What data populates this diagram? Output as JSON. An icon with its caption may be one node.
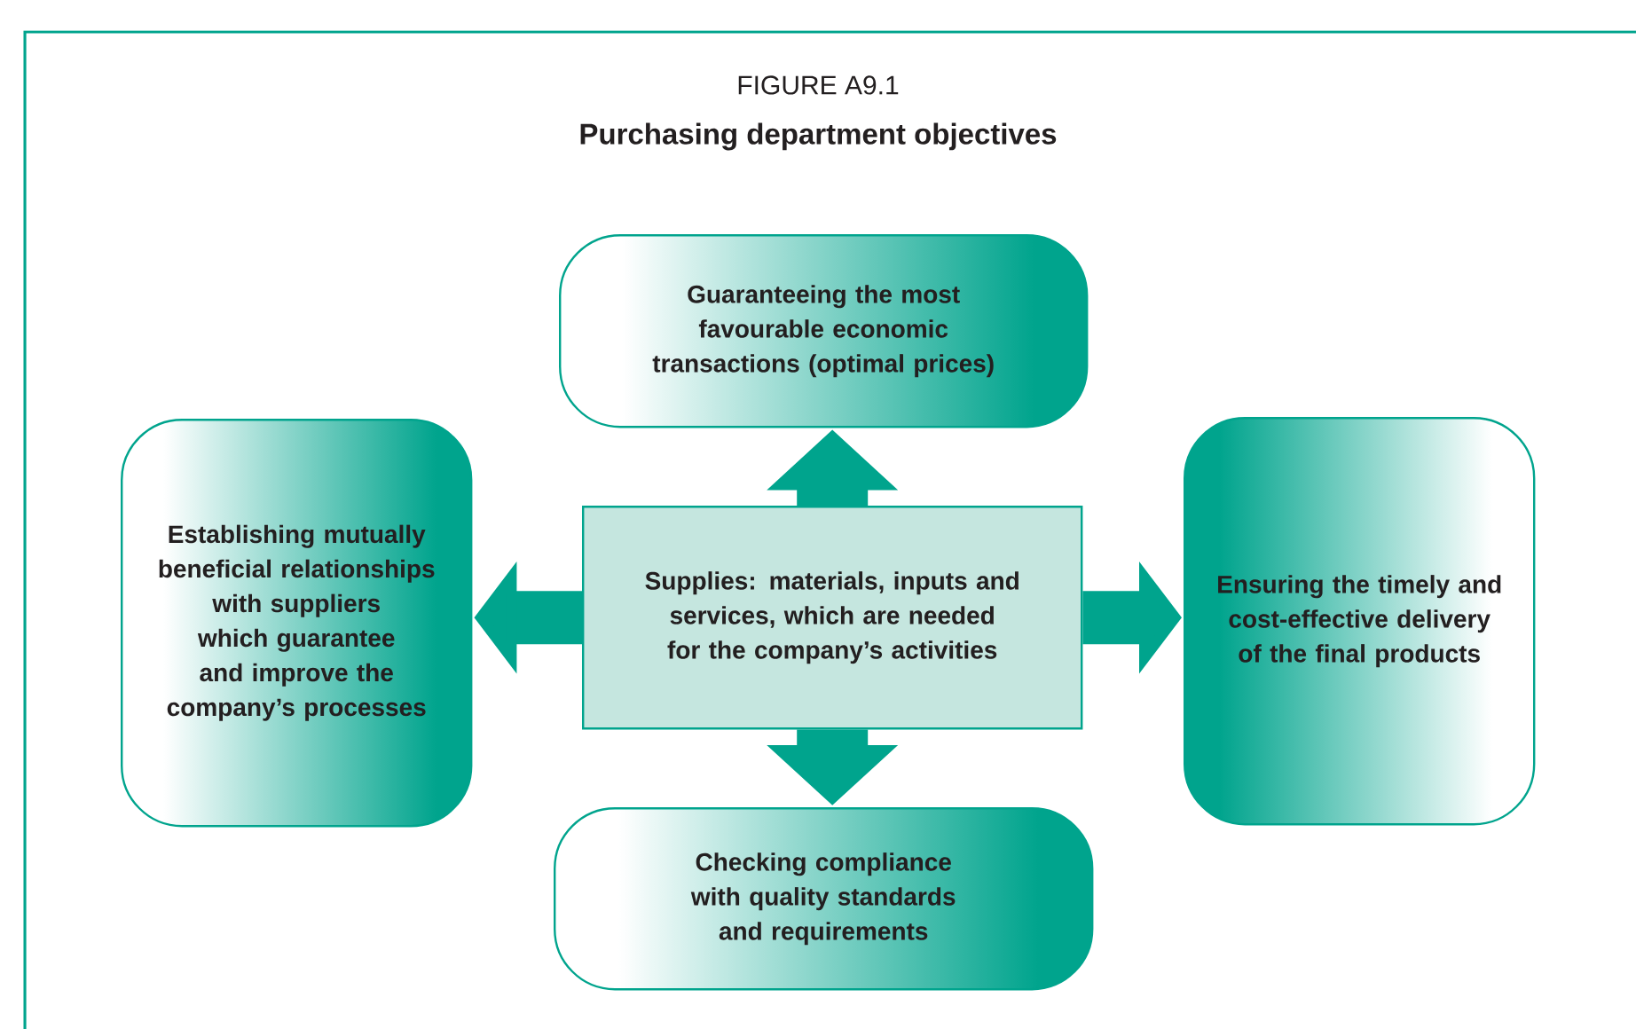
{
  "diagram": {
    "title": "Purchasing department objectives",
    "nodes": [
      {
        "text": [
          "Guaranteeing the most favourable economic transactions (optimal prices)"
        ]
      },
      {
        "text": [
          "Establishing mutually beneficial relationships with suppliers which guarantee and improve the company’s processes"
        ]
      },
      {
        "text": [
          "Supplies: materials, inputs and services, which are needed for the company’s activities"
        ]
      },
      {
        "text": [
          "Ensuring the timely and cost-effective delivery of the final products"
        ]
      },
      {
        "text": [
          "Checking compliance with quality standards and requirements"
        ]
      }
    ],
    "edges": [
      {
        "from": 2,
        "to": 0,
        "arrow": "to"
      },
      {
        "from": 2,
        "to": 1,
        "arrow": "to"
      },
      {
        "from": 2,
        "to": 3,
        "arrow": "to"
      },
      {
        "from": 2,
        "to": 4,
        "arrow": "to"
      }
    ],
    "labels": [
      "FIGURE A9.1"
    ]
  }
}
